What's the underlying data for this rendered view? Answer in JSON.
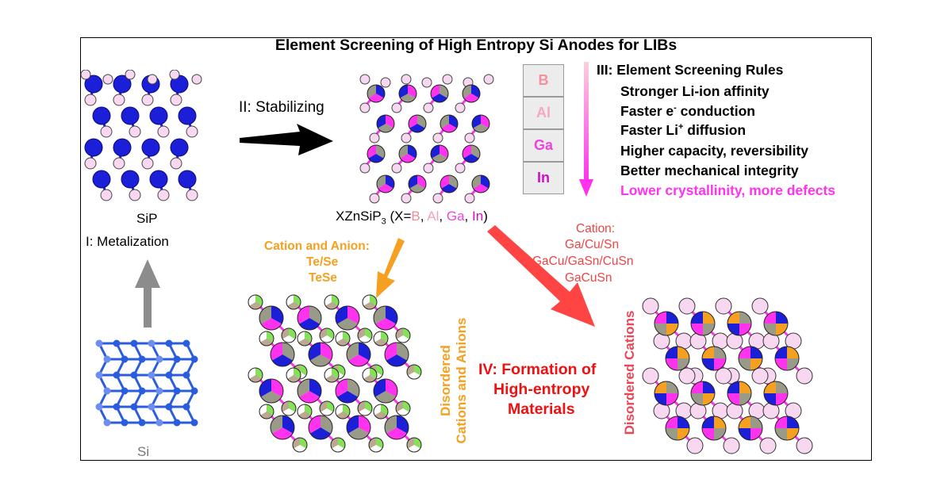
{
  "title": "Element Screening of High Entropy Si Anodes for LIBs",
  "colors": {
    "blue_atom": "#1b1fd8",
    "light_pink_atom": "#f8d8f0",
    "magenta": "#ff33ee",
    "orange": "#f5a020",
    "red": "#ee2222",
    "gray_atom": "#9a9a88",
    "si_blue": "#2a5ce0",
    "green": "#86e05a"
  },
  "steps": {
    "metalization": "I: Metalization",
    "stabilizing": "II: Stabilizing",
    "rules_title": "III: Element Screening Rules",
    "formation_line1": "IV: Formation of",
    "formation_line2": "High-entropy",
    "formation_line3": "Materials"
  },
  "structures": {
    "si": "Si",
    "sip": "SiP",
    "xznsip3_prefix": "XZnSiP",
    "xznsip3_sub": "3",
    "xznsip3_open": " (X=",
    "xznsip3_close": ")",
    "x_elements": [
      "B",
      "Al",
      "Ga",
      "In"
    ],
    "comma": ", "
  },
  "element_column": [
    "B",
    "Al",
    "Ga",
    "In"
  ],
  "rules": {
    "r1": "Stronger Li-ion affinity",
    "r2a": "Faster e",
    "r2sup": "-",
    "r2b": " conduction",
    "r3a": "Faster Li",
    "r3sup": "+",
    "r3b": " diffusion",
    "r4": "Higher capacity, reversibility",
    "r5": "Better mechanical integrity",
    "r6": "Lower crystallinity, more defects"
  },
  "cation_anion": {
    "title": "Cation and Anion:",
    "line1": "Te/Se",
    "line2": "TeSe",
    "vertical_line1": "Disordered",
    "vertical_line2": "Cations and Anions"
  },
  "cation": {
    "title": "Cation:",
    "line1": "Ga/Cu/Sn",
    "line2": "GaCu/GaSn/CuSn",
    "line3": "GaCuSn",
    "vertical": "Disordered Cations"
  }
}
